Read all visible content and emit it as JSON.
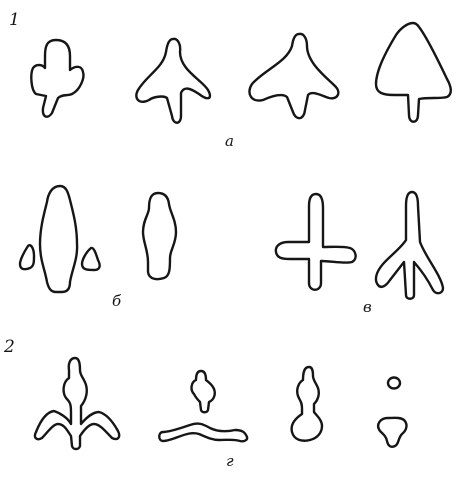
{
  "figure": {
    "group_numbers": [
      "1",
      "2"
    ],
    "subfigure_letters": [
      "а",
      "б",
      "в",
      "г"
    ],
    "colors": {
      "ink": "#161616",
      "background": "#ffffff"
    }
  }
}
